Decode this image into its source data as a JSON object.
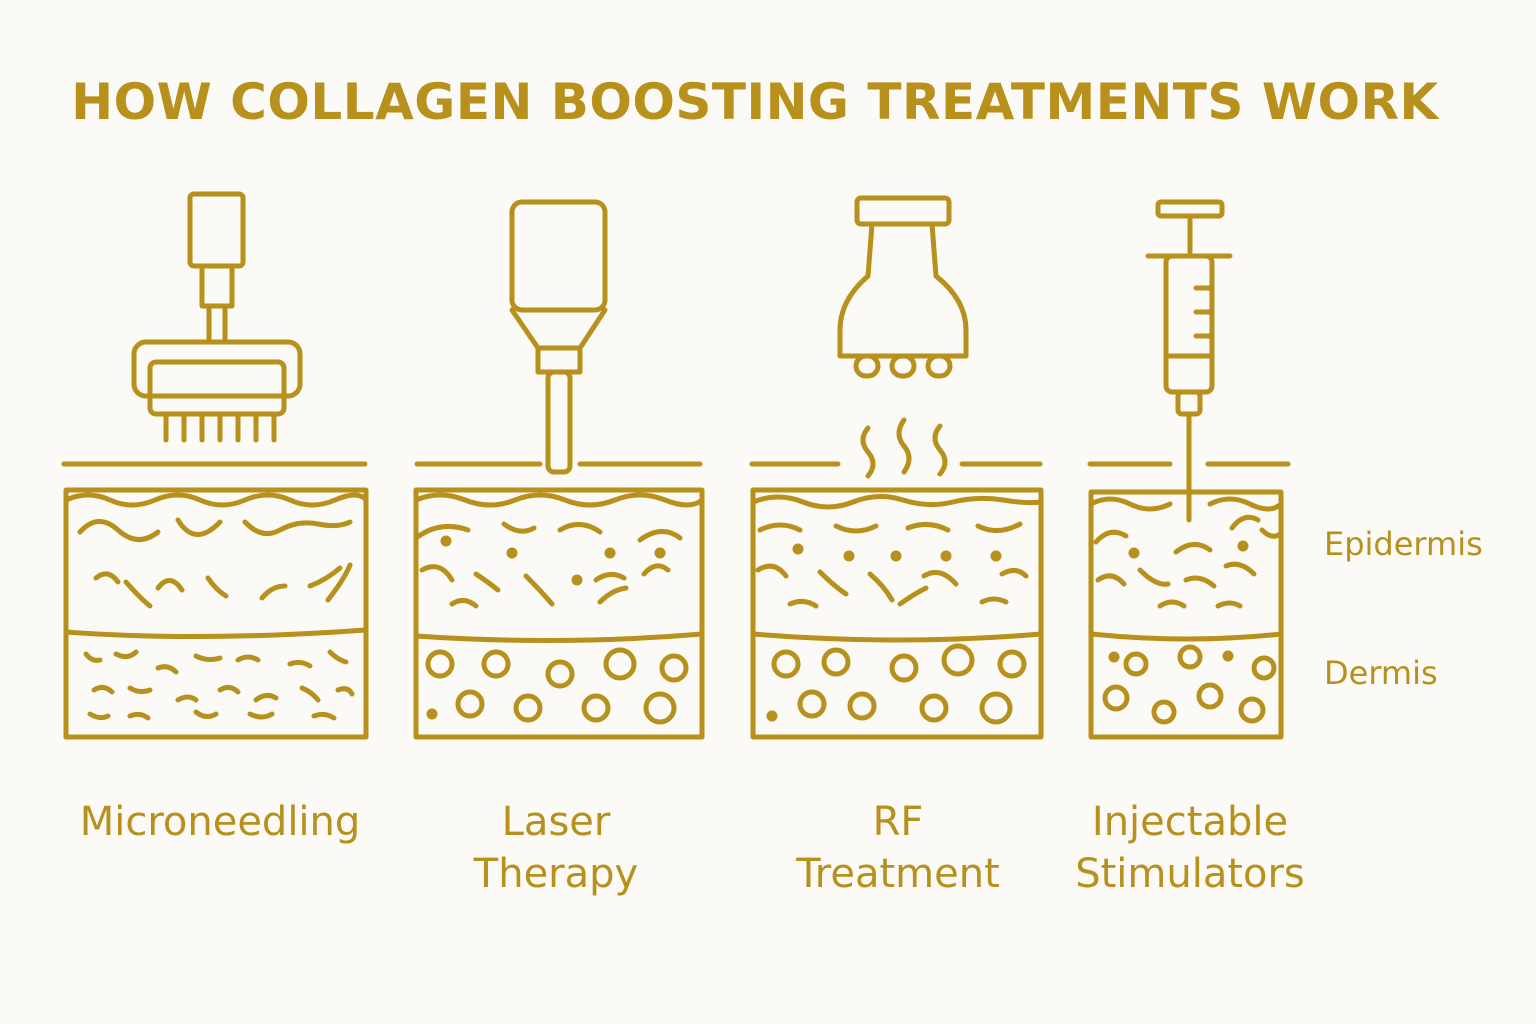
{
  "title": "HOW COLLAGEN BOOSTING TREATMENTS WORK",
  "colors": {
    "accent": "#b8901c",
    "background": "#fbfaf6"
  },
  "treatments": [
    {
      "tool_icon": "microneedling-roller-icon",
      "caption_lines": [
        "Microneedling"
      ]
    },
    {
      "tool_icon": "laser-handpiece-icon",
      "caption_lines": [
        "Laser",
        "Therapy"
      ]
    },
    {
      "tool_icon": "rf-device-icon",
      "caption_lines": [
        "RF",
        "Treatment"
      ]
    },
    {
      "tool_icon": "syringe-icon",
      "caption_lines": [
        "Injectable",
        "Stimulators"
      ]
    }
  ],
  "layer_labels": {
    "epidermis": "Epidermis",
    "dermis": "Dermis"
  }
}
